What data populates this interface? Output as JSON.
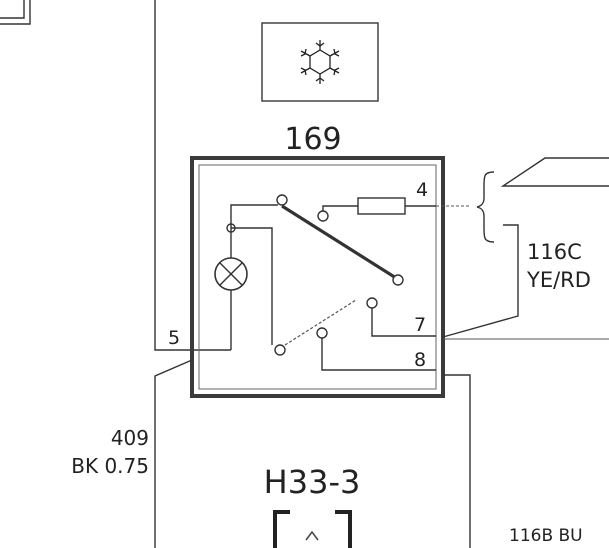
{
  "symbol_icon": "snowflake-icon",
  "relay": {
    "number": "169",
    "pins": {
      "p4": "4",
      "p5": "5",
      "p7": "7",
      "p8": "8"
    }
  },
  "wires": {
    "w116c_id": "116C",
    "w116c_color": "YE/RD",
    "w409_id": "409",
    "w409_spec": "BK 0.75",
    "w116b": "116B BU"
  },
  "connector": "H33-3",
  "colors": {
    "line": "#333333",
    "box": "#3a3a3a",
    "background": "#ffffff"
  }
}
